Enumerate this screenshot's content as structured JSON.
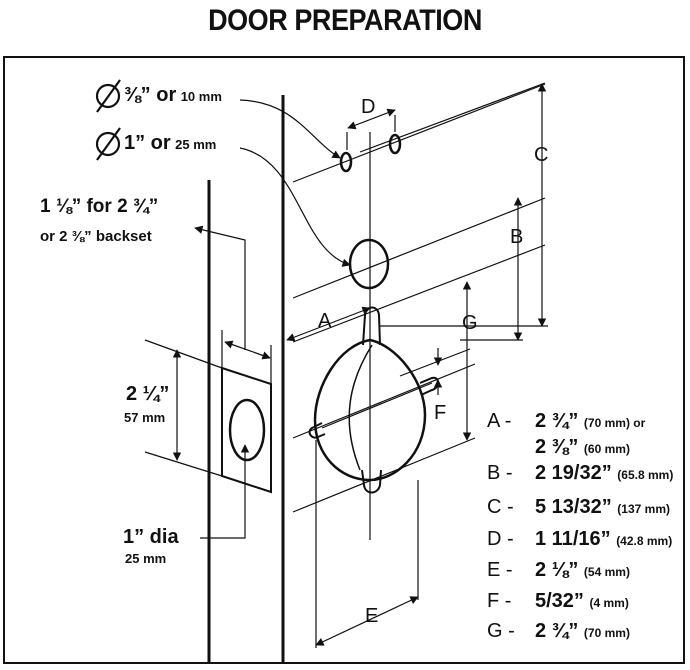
{
  "title": "DOOR PREPARATION",
  "holes": {
    "small": {
      "main": "⅜” or",
      "mm": "10 mm"
    },
    "large": {
      "main": "1” or",
      "mm": "25 mm"
    }
  },
  "backset_note": {
    "line1": "1 ⅛” for 2 ¾”",
    "line2": "or 2 ⅜” backset"
  },
  "edge_height": {
    "main": "2 ¼”",
    "mm": "57 mm"
  },
  "edge_hole": {
    "main": "1” dia",
    "mm": "25 mm"
  },
  "letters": {
    "A": "A",
    "B": "B",
    "C": "C",
    "D": "D",
    "E": "E",
    "F": "F",
    "G": "G"
  },
  "legend": [
    {
      "key": "A -",
      "value": "2 ¾”",
      "mm": "(70 mm) or"
    },
    {
      "key": "",
      "value": "2 ⅜”",
      "mm": "(60 mm)"
    },
    {
      "key": "B -",
      "value": "2 19/32”",
      "mm": "(65.8 mm)"
    },
    {
      "key": "C -",
      "value": "5 13/32”",
      "mm": "(137 mm)"
    },
    {
      "key": "D -",
      "value": "1 11/16”",
      "mm": "(42.8 mm)"
    },
    {
      "key": "E -",
      "value": "2 ⅛”",
      "mm": "(54 mm)"
    },
    {
      "key": "F -",
      "value": "5/32”",
      "mm": "(4 mm)"
    },
    {
      "key": "G -",
      "value": "2 ¾”",
      "mm": "(70 mm)"
    }
  ]
}
